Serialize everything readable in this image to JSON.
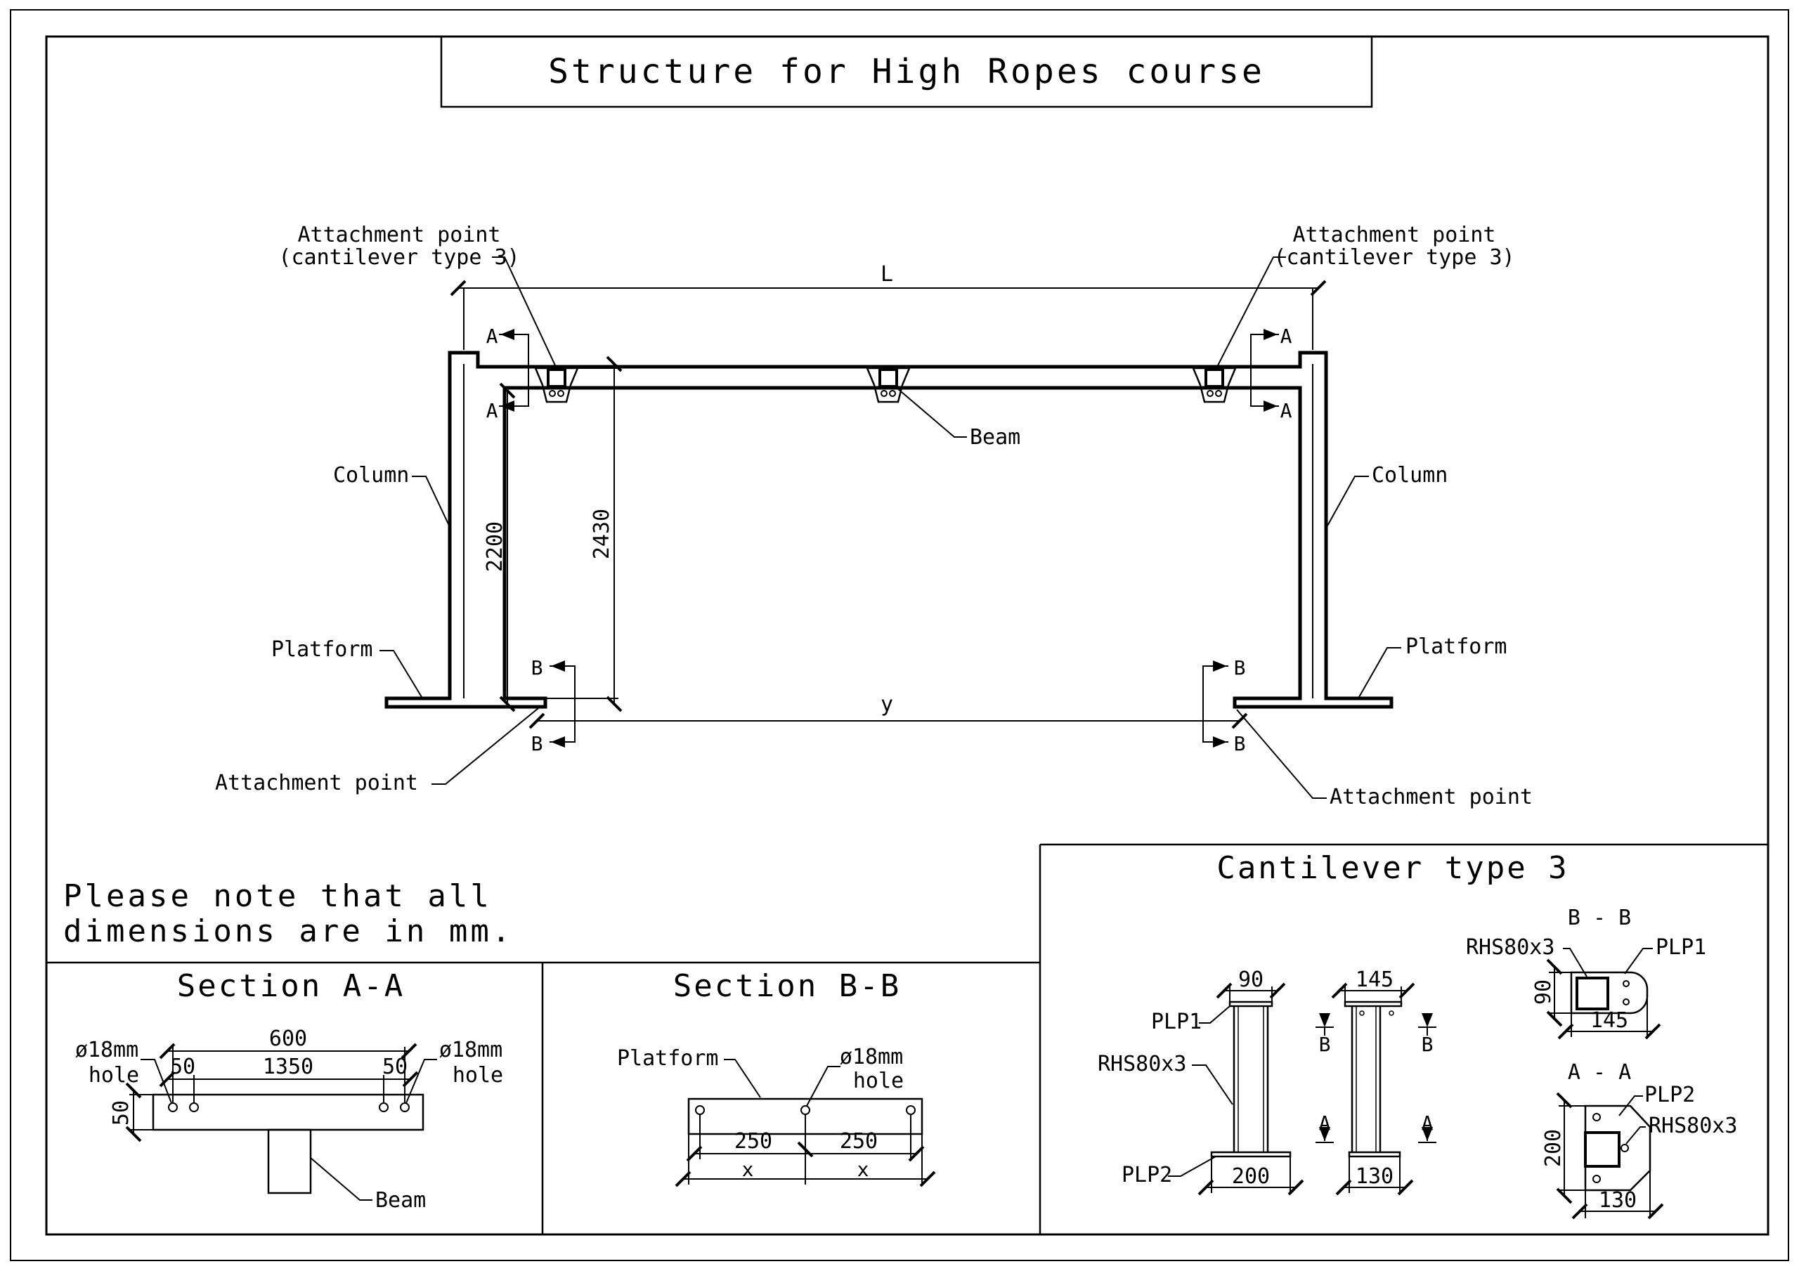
{
  "title": "Structure for High Ropes course",
  "main": {
    "dim_L": "L",
    "dim_y": "y",
    "dim_2200": "2200",
    "dim_2430": "2430",
    "attach_top_left": [
      "Attachment point",
      "(cantilever type 3)"
    ],
    "attach_top_right": [
      "Attachment point",
      "(cantilever type 3)"
    ],
    "beam": "Beam",
    "column_left": "Column",
    "column_right": "Column",
    "platform_left": "Platform",
    "platform_right": "Platform",
    "attach_bottom_left": "Attachment point",
    "attach_bottom_right": "Attachment point",
    "sec_A": "A",
    "sec_B": "B"
  },
  "note": [
    "Please note that all",
    "dimensions are in mm."
  ],
  "section_aa": {
    "title": "Section A-A",
    "hole_left": [
      "ø18mm",
      "hole"
    ],
    "hole_right": [
      "ø18mm",
      "hole"
    ],
    "dim_600": "600",
    "dim_1350": "1350",
    "dim_50_left": "50",
    "dim_50_right": "50",
    "dim_50_vertical": "50",
    "beam": "Beam"
  },
  "section_bb": {
    "title": "Section B-B",
    "platform": "Platform",
    "hole": [
      "ø18mm",
      "hole"
    ],
    "dim_250_left": "250",
    "dim_250_right": "250",
    "dim_x_left": "x",
    "dim_x_right": "x"
  },
  "cantilever": {
    "title": "Cantilever type 3",
    "dim_90": "90",
    "dim_145": "145",
    "dim_200": "200",
    "dim_130": "130",
    "plp1": "PLP1",
    "plp2": "PLP2",
    "rhs": "RHS80x3",
    "mark_A": "A",
    "mark_B": "B",
    "bb_title": "B - B",
    "aa_title": "A - A",
    "bb_rhs": "RHS80x3",
    "bb_plp1": "PLP1",
    "bb_dim_90": "90",
    "bb_dim_145": "145",
    "aa_plp2": "PLP2",
    "aa_rhs": "RHS80x3",
    "aa_dim_200": "200",
    "aa_dim_130": "130"
  }
}
